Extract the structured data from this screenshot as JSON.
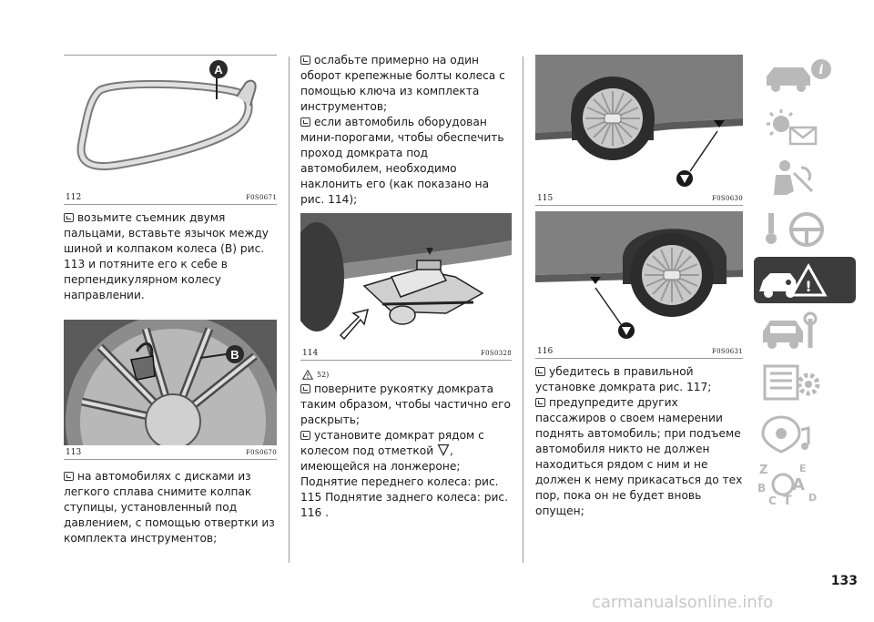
{
  "figures": {
    "f112": {
      "number": "112",
      "code": "F0S0671",
      "callout": "A"
    },
    "f113": {
      "number": "113",
      "code": "F0S0670",
      "callout": "B"
    },
    "f114": {
      "number": "114",
      "code": "F0S0328"
    },
    "f115": {
      "number": "115",
      "code": "F0S0630"
    },
    "f116": {
      "number": "116",
      "code": "F0S0631"
    }
  },
  "col1": {
    "p1": "возьмите съемник двумя пальцами, вставьте язычок между шиной и колпаком колеса (В) рис. 113 и потяните его к себе в перпендикулярном колесу направлении.",
    "p2": "на автомобилях с дисками из легкого сплава снимите колпак ступицы, установленный под давлением, с помощью отвертки из комплекта инструментов;"
  },
  "col2": {
    "p1": "ослабьте примерно на один оборот крепежные болты колеса с помощью ключа из комплекта инструментов;",
    "p2": "если автомобиль оборудован мини-порогами, чтобы обеспечить проход домкрата под автомобилем, необходимо наклонить его (как показано на рис. 114);",
    "warning_ref": "52)",
    "p3": "поверните рукоятку домкрата таким образом, чтобы частично его раскрыть;",
    "p4_a": "установите домкрат рядом с колесом под отметкой",
    "p4_b": ", имеющейся на лонжероне; Поднятие переднего колеса: рис. 115 Поднятие заднего колеса: рис. 116 ."
  },
  "col3": {
    "p1": "убедитесь в правильной установке домкрата рис. 117;",
    "p2": "предупредите других пассажиров о своем намерении поднять автомобиль; при подъеме автомобиля никто не должен находиться рядом с ним и не должен к нему прикасаться до тех пор, пока он не будет вновь опущен;"
  },
  "sidebar": {
    "tabs": [
      {
        "icon": "car-info-icon",
        "active": false
      },
      {
        "icon": "warning-lights-icon",
        "active": false
      },
      {
        "icon": "seat-airbag-icon",
        "active": false
      },
      {
        "icon": "key-steering-wheel-icon",
        "active": false
      },
      {
        "icon": "emergency-car-icon",
        "active": true
      },
      {
        "icon": "car-maintenance-icon",
        "active": false
      },
      {
        "icon": "technical-data-icon",
        "active": false
      },
      {
        "icon": "multimedia-icon",
        "active": false
      },
      {
        "icon": "index-icon",
        "active": false
      }
    ],
    "index_letters": [
      "Z",
      "E",
      "A",
      "B",
      "C",
      "T",
      "D"
    ]
  },
  "page_number": "133",
  "watermark": "carmanualsonline.info",
  "colors": {
    "active_tab": "#3c3c3c",
    "icon_gray": "#b9b9b9"
  }
}
